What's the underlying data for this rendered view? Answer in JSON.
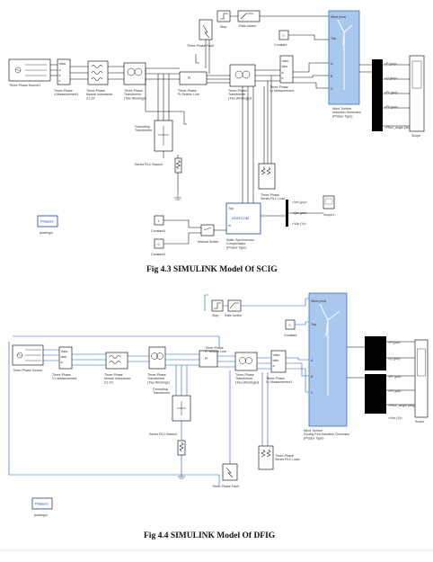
{
  "figure1": {
    "caption": "Fig 4.3  SIMULINK Model Of SCIG",
    "blocks": {
      "source": "Three-Phase Source1",
      "vi_meas": "Three-Phase\nV-Measurement1",
      "mutual": "Three-Phase\nMutual Inductance\nZ1-Z0",
      "transformer1": "Three-Phase\nTransformer\n(Two Windings)",
      "grounding": "Grounding\nTransformer",
      "rlc_branch": "Series RLC Branch",
      "fault": "Three-Phase Fault",
      "line": "Three-Phase\nPi Section Line",
      "transformer2": "Three-Phase\nTransformer\n(Two Windings)1",
      "vi_meas2": "Three-Phase\nV-I Measurement",
      "rlc_load": "Three-Phase\nSeries RLC Load",
      "step": "Step",
      "rate_limiter": "Rate Limiter",
      "constant": "Constant",
      "wind_turbine": "Wind Turbine\nInduction Generator\n(Phasor Type)",
      "scope": "Scope",
      "powergui": "Phasors",
      "powergui_label": "powergui",
      "statcom": "STATCOM",
      "statcom_label": "Static Synchronous\nCompensator\n(Phasor Type)",
      "scope1": "Scope1",
      "constant1": "Constant1",
      "constant2": "Constant2",
      "manual_switch": "Manual Switch"
    },
    "wt_ports": [
      "Wind (m/s)",
      "Trip",
      "A",
      "B",
      "C"
    ],
    "scope_signals": [
      "<P (pu)>",
      "<Q (pu)>",
      "<Pr (pu)>",
      "<Pt (pu)>",
      "<Pitch_angle (deg)>"
    ],
    "statcom_signals": [
      "<Vm (pu)>",
      "<Qm (pu)>",
      "<Vdc (V)>"
    ]
  },
  "figure2": {
    "caption": "Fig 4.4 SIMULINK Model Of DFIG",
    "blocks": {
      "source": "Three-Phase Source",
      "vi_meas": "Three-Phase\nV-I Measurement",
      "mutual": "Three-Phase\nMutual Inductance\nZ1-Z0",
      "transformer1": "Three-Phase\nTransformer\n(Two Windings)",
      "grounding": "Grounding\nTransformer",
      "rlc_branch": "Series RLC Branch",
      "line": "Three-Phase\nPi Section Line",
      "transformer2": "Three-Phase\nTransformer\n(Two Windings)1",
      "vi_meas2": "Three-Phase\nV-I Measurement1",
      "rlc_load": "Three-Phase\nSeries RLC Load",
      "fault": "Three-Phase Fault",
      "step": "Step",
      "rate_limiter": "Rate Limiter",
      "constant": "Constant",
      "wind_turbine": "Wind Turbine\nDoubly-Fed Induction Generator\n(Phasor Type)",
      "scope": "Scope",
      "powergui": "Phasors",
      "powergui_label": "powergui"
    },
    "wt_ports": [
      "Wind (m/s)",
      "Trip",
      "A",
      "B",
      "C"
    ],
    "scope_signals": [
      "<P (pu)>",
      "<Q (pu)>",
      "<Pr (pu)>",
      "<Pt (pu)>",
      "<Pitch_angle (deg)>",
      "<Vdc (V)>"
    ]
  }
}
